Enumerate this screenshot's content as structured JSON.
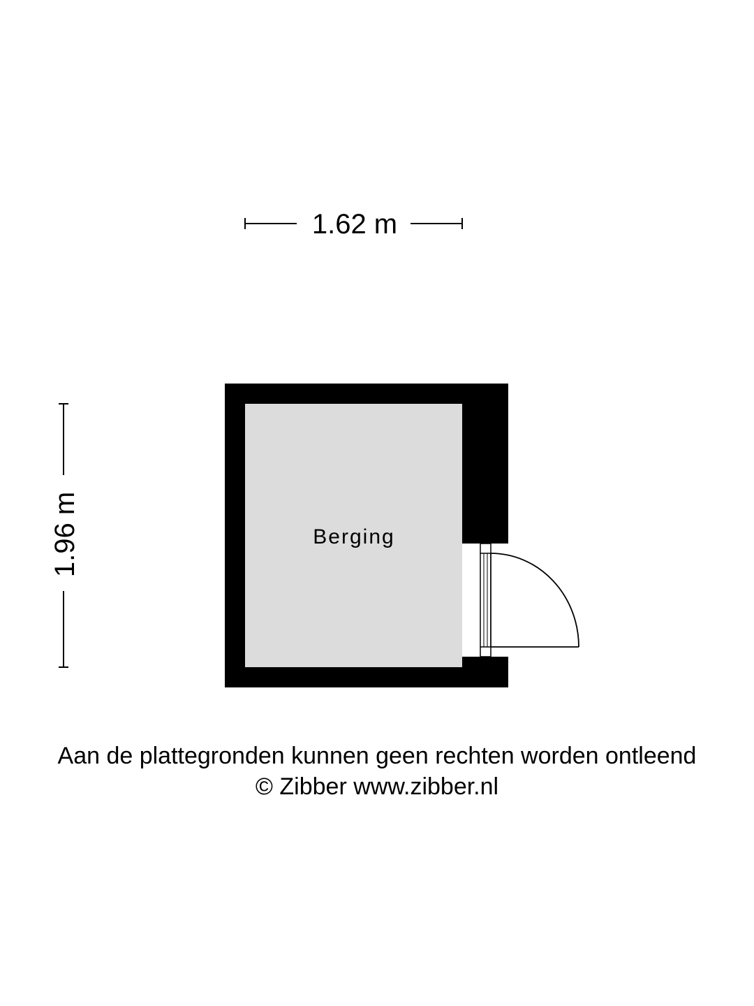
{
  "dimensions": {
    "width_label": "1.62 m",
    "height_label": "1.96 m"
  },
  "room": {
    "name": "Berging"
  },
  "footer": {
    "disclaimer": "Aan de plattegronden kunnen geen rechten worden ontleend",
    "copyright": "© Zibber www.zibber.nl"
  },
  "colors": {
    "wall": "#000000",
    "floor": "#dcdcdc",
    "background": "#ffffff"
  }
}
